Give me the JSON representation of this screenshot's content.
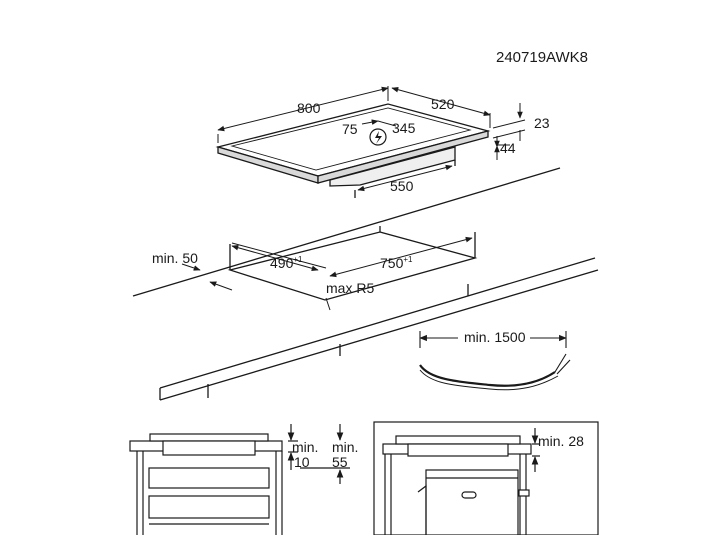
{
  "drawing_code": "240719AWK8",
  "hob_dimensions": {
    "width": "800",
    "depth": "520",
    "cable_offset_left": "75",
    "cable_offset_right": "345",
    "glass_thickness": "23",
    "total_height": "44",
    "base_width": "550"
  },
  "cutout": {
    "min_edge_distance": "min. 50",
    "depth": "490",
    "depth_tolerance": "+1",
    "width": "750",
    "width_tolerance": "+1",
    "corner_radius": "max R5"
  },
  "cable": {
    "min_length": "min. 1500"
  },
  "section_drawer": {
    "min_gap_a": "min.",
    "min_gap_a_value": "10",
    "min_gap_b": "min.",
    "min_gap_b_value": "55"
  },
  "section_oven": {
    "min_gap": "min. 28"
  },
  "icons": {
    "power": "power-connection-icon"
  }
}
